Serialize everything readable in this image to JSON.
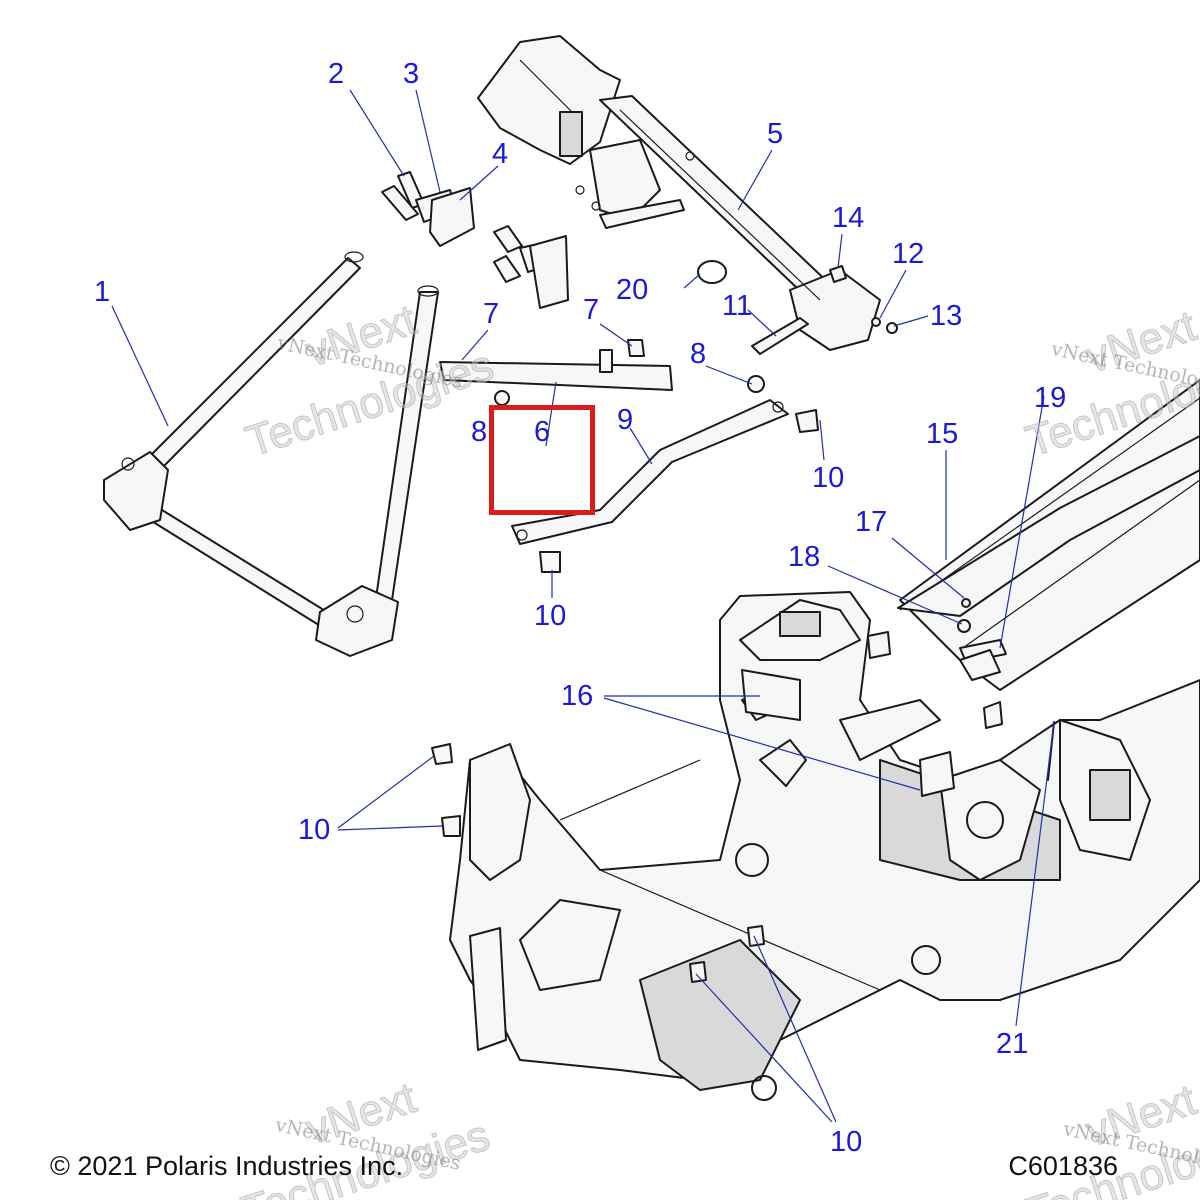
{
  "diagram": {
    "callouts": {
      "c1": "1",
      "c2": "2",
      "c3": "3",
      "c4": "4",
      "c5": "5",
      "c6": "6",
      "c7a": "7",
      "c7b": "7",
      "c8a": "8",
      "c8b": "8",
      "c9": "9",
      "c10a": "10",
      "c10b": "10",
      "c10c": "10",
      "c10d": "10",
      "c11": "11",
      "c12": "12",
      "c13": "13",
      "c14": "14",
      "c15": "15",
      "c16": "16",
      "c17": "17",
      "c18": "18",
      "c19": "19",
      "c20": "20",
      "c21": "21"
    },
    "highlighted_callout": "6",
    "copyright": "© 2021 Polaris Industries Inc.",
    "figure_code": "C601836",
    "watermark": {
      "small_text": "vNext Technologies",
      "big_text_1": "vNext",
      "big_text_2": "Technologies"
    },
    "colors": {
      "callout": "#1a1ad6",
      "highlight": "#d91c1c",
      "line": "#1a1a1a"
    }
  }
}
